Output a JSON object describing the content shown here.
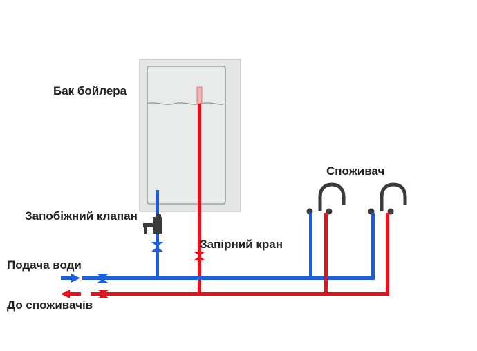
{
  "labels": {
    "tank": "Бак бойлера",
    "consumer": "Споживач",
    "safety_valve": "Запобіжний клапан",
    "shutoff_valve": "Запірний кран",
    "water_supply": "Подача води",
    "to_consumers": "До споживачів"
  },
  "colors": {
    "cold_pipe": "#1a5fe0",
    "hot_pipe": "#e8101c",
    "tank_fill": "#e4e6e6",
    "tank_border": "#b4b8b8",
    "faucet": "#3a3a3a",
    "label_text": "#222222"
  }
}
